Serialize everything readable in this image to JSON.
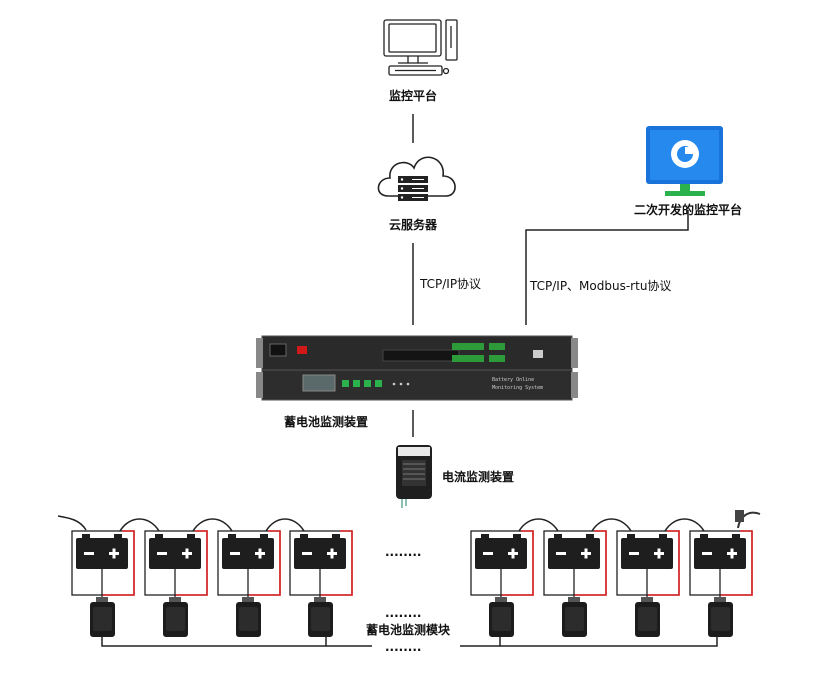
{
  "labels": {
    "monitor_platform": "监控平台",
    "cloud_server": "云服务器",
    "secondary_platform": "二次开发的监控平台",
    "tcp_ip": "TCP/IP协议",
    "tcp_modbus": "TCP/IP、Modbus-rtu协议",
    "monitoring_device": "蓄电池监测装置",
    "current_device": "电流监测装置",
    "module": "蓄电池监测模块",
    "ellipsis_top": "........",
    "ellipsis_bottom": "........",
    "rack_text": "Battery Online\nMonitoring System"
  },
  "colors": {
    "line": "#222222",
    "battery_body": "#1e1e1e",
    "red_wire": "#e02020",
    "blue_monitor": "#1a73d8",
    "green_stand": "#2bb24c"
  }
}
